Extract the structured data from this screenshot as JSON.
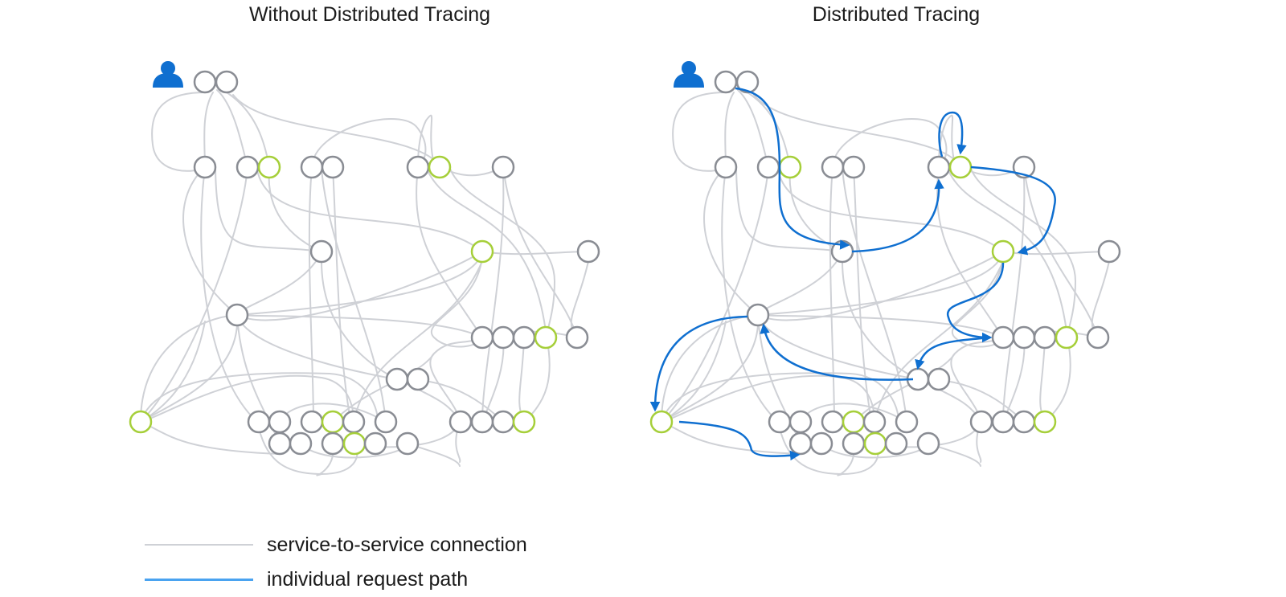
{
  "titles": {
    "left": "Without Distributed Tracing",
    "right": "Distributed Tracing"
  },
  "legend": [
    {
      "label": "service-to-service connection",
      "color": "#cfd1d6"
    },
    {
      "label": "individual request path",
      "color": "#4aa3f0"
    }
  ],
  "colors": {
    "connection": "#cfd1d6",
    "service_node": "#8a8d94",
    "highlighted_node": "#a6cf3a",
    "request_path": "#0f6fd0",
    "user_icon": "#0f6fd0"
  },
  "icons": {
    "user": "user-icon"
  }
}
